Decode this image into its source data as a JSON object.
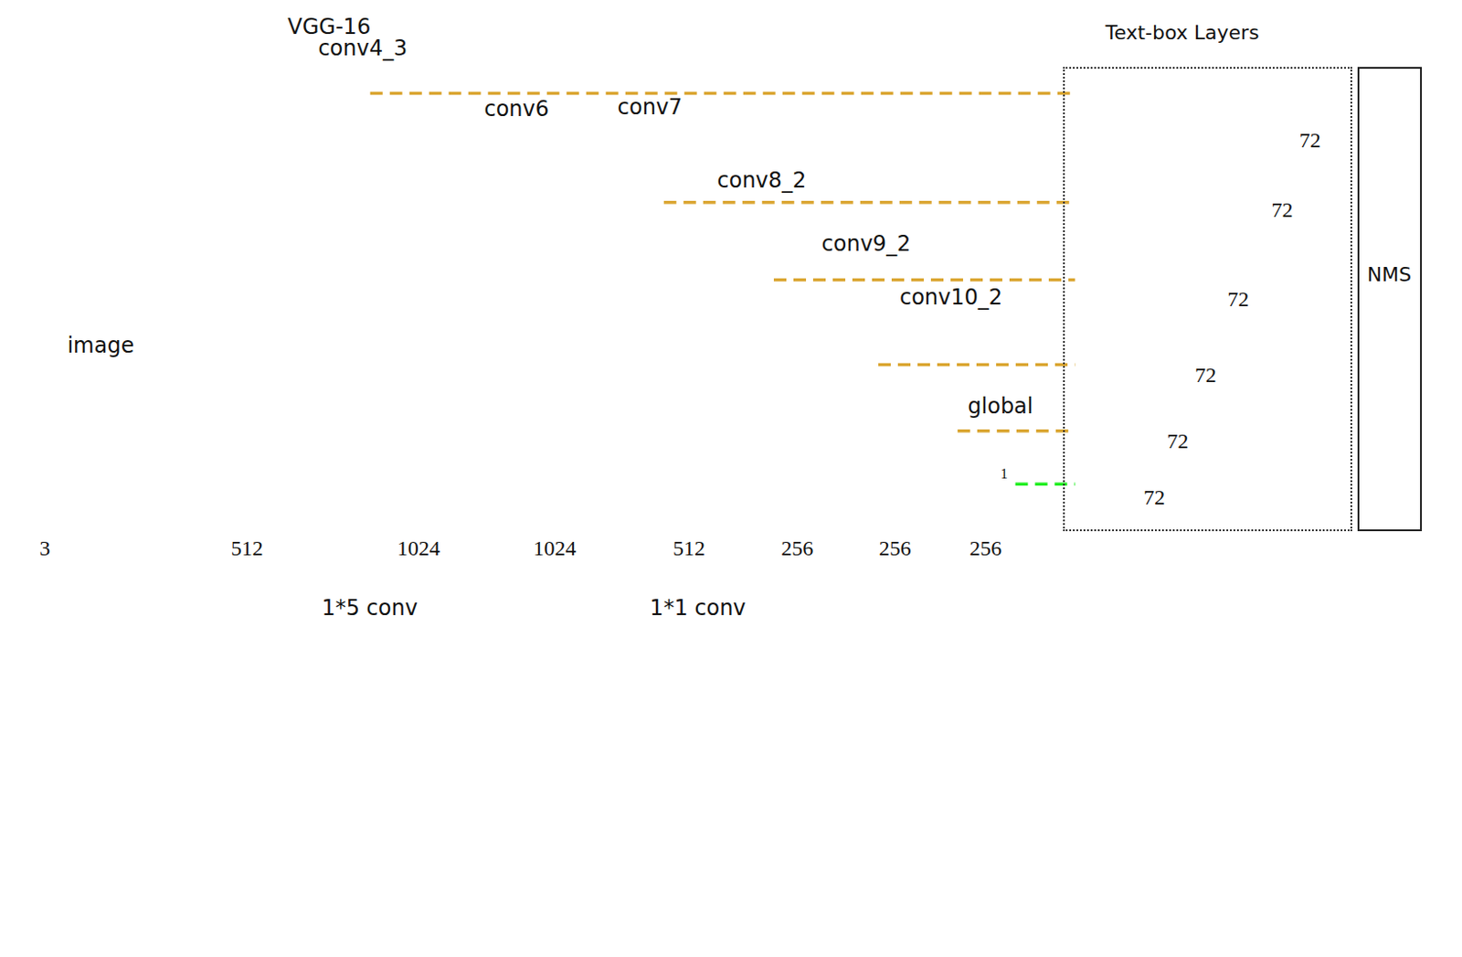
{
  "diagram": {
    "nodes": [
      {
        "text": [
          "image",
          "3"
        ]
      },
      {
        "text": [
          "VGG-16"
        ]
      },
      {
        "text": [
          "conv4_3",
          "512"
        ],
        "in": 1
      },
      {
        "text": [
          "conv6",
          "1024"
        ]
      },
      {
        "text": [
          "conv7",
          "1024"
        ]
      },
      {
        "text": [
          "conv8_2",
          "512"
        ]
      },
      {
        "text": [
          "conv9_2",
          "256"
        ]
      },
      {
        "text": [
          "conv10_2",
          "256"
        ]
      },
      {
        "text": [
          "global",
          "1",
          "256"
        ]
      },
      {
        "text": [
          "Text-box Layers"
        ]
      },
      {
        "text": [
          "72"
        ],
        "in": 9
      },
      {
        "text": [
          "72"
        ],
        "in": 9
      },
      {
        "text": [
          "72"
        ],
        "in": 9
      },
      {
        "text": [
          "72"
        ],
        "in": 9
      },
      {
        "text": [
          "72"
        ],
        "in": 9
      },
      {
        "text": [
          "72"
        ],
        "in": 9
      },
      {
        "text": [
          "NMS"
        ]
      }
    ],
    "edges": [
      {
        "from": 2,
        "to": 10,
        "arrow": "none"
      },
      {
        "from": 4,
        "to": 11,
        "arrow": "none"
      },
      {
        "from": 5,
        "to": 12,
        "arrow": "none"
      },
      {
        "from": 6,
        "to": 13,
        "arrow": "none"
      },
      {
        "from": 7,
        "to": 14,
        "arrow": "none"
      },
      {
        "from": 8,
        "to": 15,
        "arrow": "none"
      }
    ],
    "legend": [
      {
        "text": "1*5 conv"
      },
      {
        "text": "1*1 conv"
      }
    ]
  }
}
